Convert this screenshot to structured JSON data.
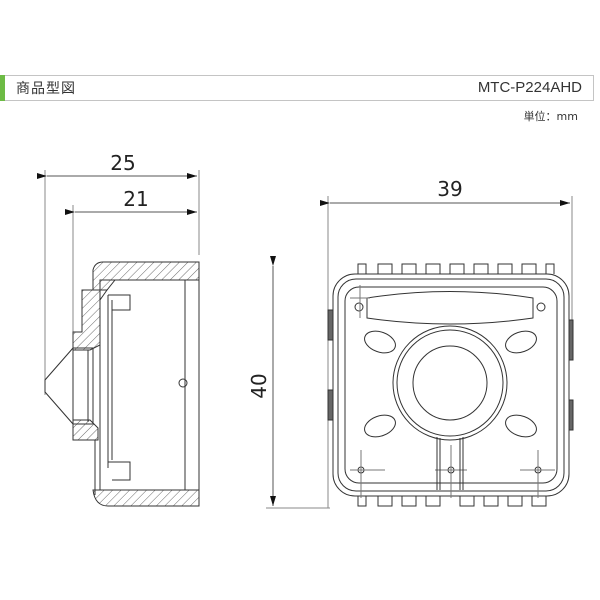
{
  "header": {
    "title": "商品型図",
    "model": "MTC-P224AHD",
    "accent_color": "#6dbb45"
  },
  "unit_label": "単位：mm",
  "side_view": {
    "dimension_overall": "25",
    "dimension_body": "21"
  },
  "front_view": {
    "dimension_width": "39",
    "dimension_height": "40"
  }
}
